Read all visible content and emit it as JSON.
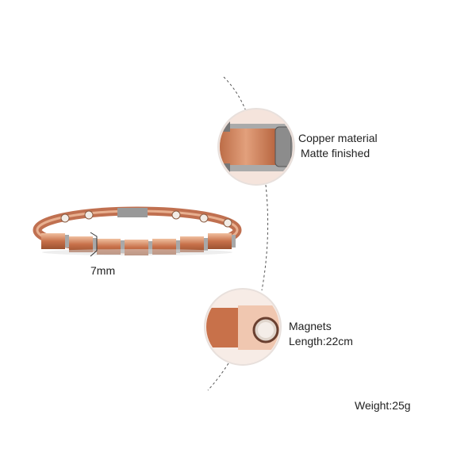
{
  "colors": {
    "copper": "#c8714a",
    "copper_light": "#e9b394",
    "steel": "#9a9a9a"
  },
  "callouts": [
    {
      "line1": "Copper material",
      "line2": "Matte finished"
    },
    {
      "line1": "Magnets",
      "line2": "Length:22cm"
    }
  ],
  "width_label": "7mm",
  "weight_label": "Weight:25g"
}
